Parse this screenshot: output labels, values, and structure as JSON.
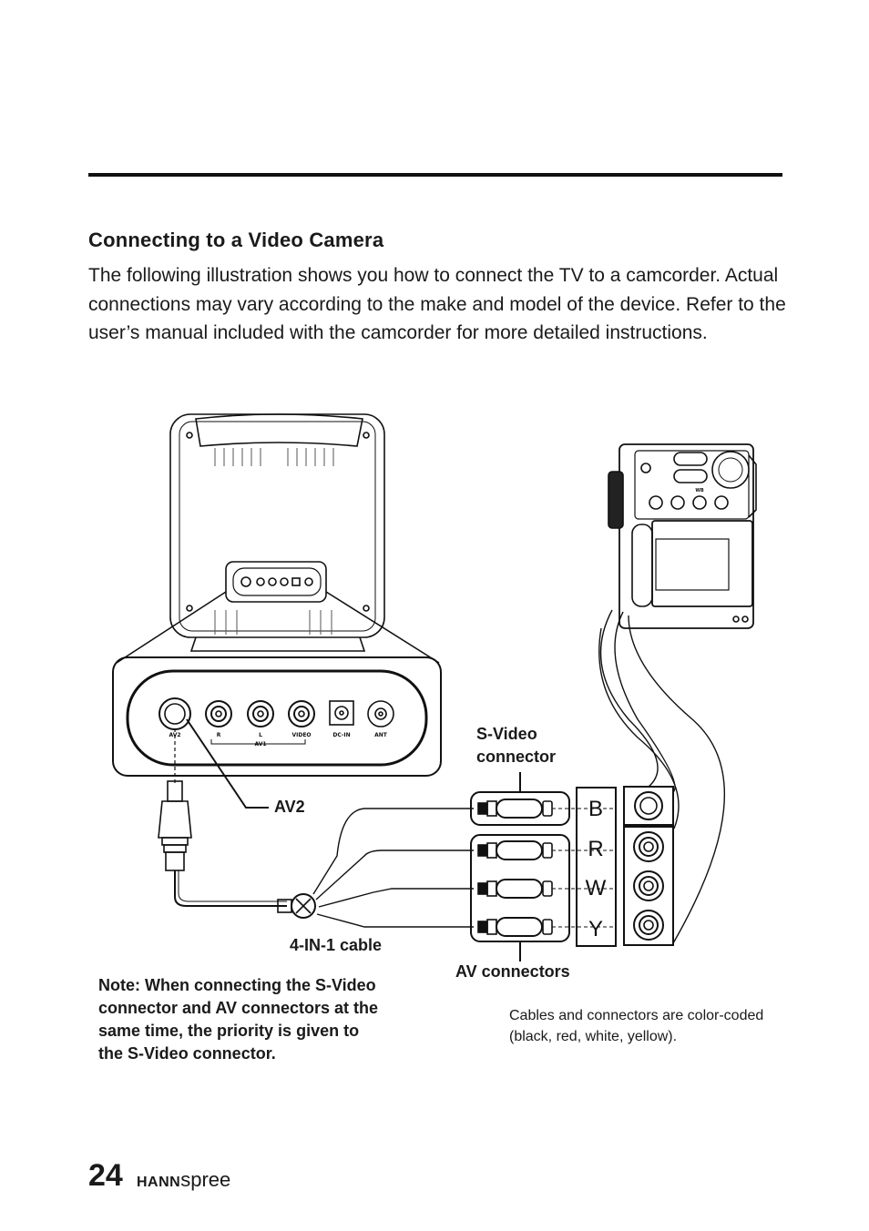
{
  "section": {
    "heading": "Connecting to a Video Camera",
    "intro": "The following illustration shows you how to connect the TV to a camcorder. Actual connections may vary according to the make and model of the device. Refer to the user’s manual included with the camcorder for more detailed instructions."
  },
  "diagram": {
    "tv_ports": [
      "AV2",
      "R",
      "L",
      "VIDEO",
      "DC-IN",
      "ANT"
    ],
    "tv_port_group": "AV1",
    "camera_buttons": [
      "WB"
    ],
    "labels": {
      "av2": "AV2",
      "svideo": "S-Video connector",
      "cable": "4-IN-1 cable",
      "av_connectors": "AV connectors"
    },
    "color_codes": [
      "B",
      "R",
      "W",
      "Y"
    ]
  },
  "note": "Note: When connecting the S-Video connector and AV connectors at the same time, the priority is given to the S-Video connector.",
  "caption": "Cables and connectors are color-coded (black, red, white, yellow).",
  "footer": {
    "page_number": "24",
    "brand_bold": "HANN",
    "brand_light": "spree"
  }
}
